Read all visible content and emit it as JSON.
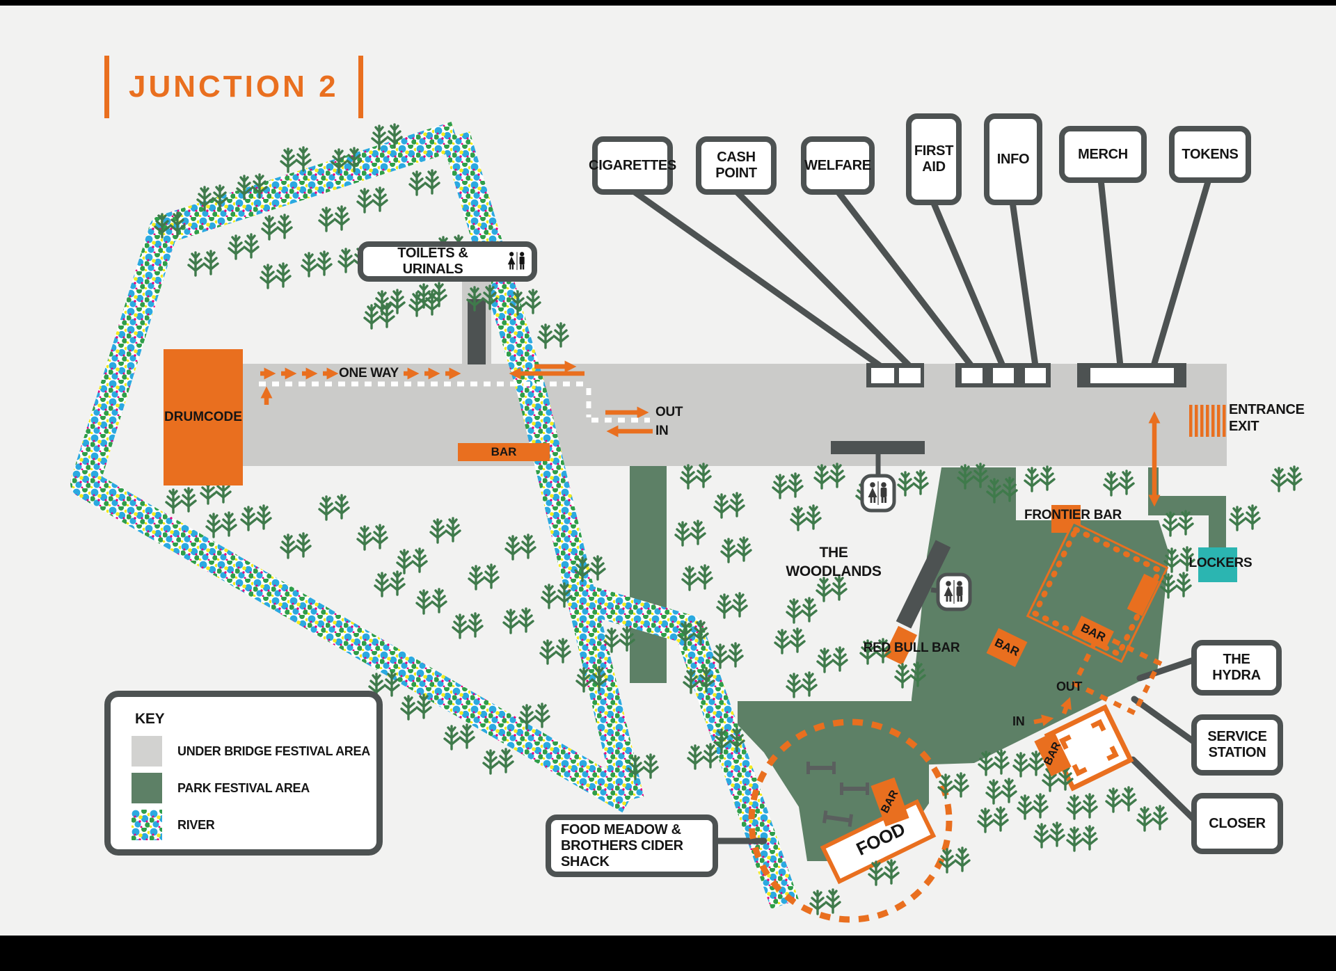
{
  "title": "JUNCTION 2",
  "callouts": {
    "cigarettes": "CIGARETTES",
    "cash_point": "CASH POINT",
    "welfare": "WELFARE",
    "first_aid": "FIRST AID",
    "info": "INFO",
    "merch": "MERCH",
    "tokens": "TOKENS",
    "toilets_urinals": "TOILETS & URINALS",
    "the_hydra": "THE HYDRA",
    "service_station": "SERVICE STATION",
    "closer": "CLOSER",
    "food_meadow_line1": "FOOD MEADOW &",
    "food_meadow_line2": "BROTHERS CIDER SHACK"
  },
  "labels": {
    "drumcode": "DRUMCODE",
    "one_way": "ONE WAY",
    "bar": "BAR",
    "out": "OUT",
    "in": "IN",
    "entrance": "ENTRANCE",
    "exit": "EXIT",
    "frontier_bar": "FRONTIER BAR",
    "red_bull_bar": "RED BULL BAR",
    "the_woodlands": "THE WOODLANDS",
    "lockers": "LOCKERS",
    "food": "FOOD"
  },
  "key": {
    "heading": "KEY",
    "items": [
      {
        "label": "UNDER BRIDGE FESTIVAL AREA",
        "swatch": "under-bridge-gray"
      },
      {
        "label": "PARK FESTIVAL AREA",
        "swatch": "park-green"
      },
      {
        "label": "RIVER",
        "swatch": "river-pattern"
      }
    ]
  },
  "icons": {
    "toilets_callout": "male-female-toilet-icon",
    "wc_sign": "male-female-toilet-icon",
    "entrance_gate": "orange-striped-gate-icon",
    "one_way": "orange-arrow-icons",
    "picnic": "picnic-table-icon"
  },
  "colors": {
    "accent_orange": "#E96F1F",
    "park_green": "#5D8066",
    "bridge_gray": "#CBCBC9",
    "dark_outline": "#4D5252",
    "lockers_teal": "#2BB5B1",
    "tree_green": "#3F7A4B",
    "river_blue": "#2BA9E0",
    "river_green": "#2F9E49",
    "river_yellow": "#F2EA1F",
    "river_pink": "#E5007E",
    "background": "#F2F2F1"
  }
}
